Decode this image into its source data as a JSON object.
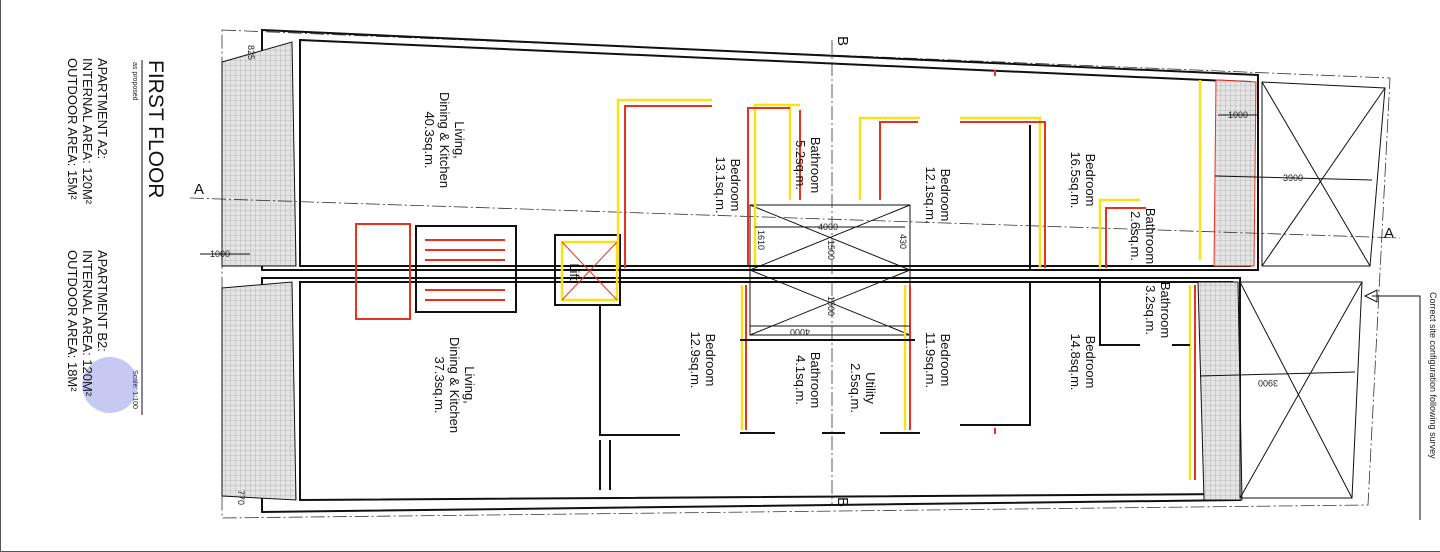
{
  "title": {
    "heading": "FIRST FLOOR",
    "subtitle": "as proposed",
    "scale": "Scale: 1:100"
  },
  "apartments": [
    {
      "name": "APARTMENT A2:",
      "internal": "INTERNAL AREA: 120M²",
      "outdoor": "OUTDOOR AREA: 15M²"
    },
    {
      "name": "APARTMENT B2:",
      "internal": "INTERNAL AREA: 120M²",
      "outdoor": "OUTDOOR AREA: 18M²"
    }
  ],
  "rooms": [
    {
      "l1": "Living,",
      "l2": "Dining & Kitchen",
      "l3": "40.3sq.m."
    },
    {
      "l1": "Living,",
      "l2": "Dining & Kitchen",
      "l3": "37.3sq.m."
    },
    {
      "l1": "Bedroom",
      "l2": "13.1sq.m."
    },
    {
      "l1": "Bathroom",
      "l2": "5.2sq.m."
    },
    {
      "l1": "Bedroom",
      "l2": "12.1sq.m."
    },
    {
      "l1": "Bedroom",
      "l2": "16.5sq.m."
    },
    {
      "l1": "Bathroom",
      "l2": "2.6sq.m."
    },
    {
      "l1": "Bathroom",
      "l2": "3.2sq.m."
    },
    {
      "l1": "Bedroom",
      "l2": "14.8sq.m."
    },
    {
      "l1": "Bedroom",
      "l2": "11.9sq.m."
    },
    {
      "l1": "Utility",
      "l2": "2.5sq.m."
    },
    {
      "l1": "Bathroom",
      "l2": "4.1sq.m."
    },
    {
      "l1": "Bedroom",
      "l2": "12.9sq.m."
    },
    {
      "l1": "Lift"
    }
  ],
  "dimensions": [
    "825",
    "1000",
    "770",
    "1000",
    "3900",
    "3900",
    "4000",
    "4000",
    "1610",
    "430",
    "1500",
    "1500"
  ],
  "sections": [
    "A",
    "A",
    "B",
    "B"
  ],
  "note": "Correct site configuration following survey",
  "colors": {
    "existing": "#111111",
    "proposed_red": "#e8321e",
    "proposed_yellow": "#f7e21a"
  }
}
